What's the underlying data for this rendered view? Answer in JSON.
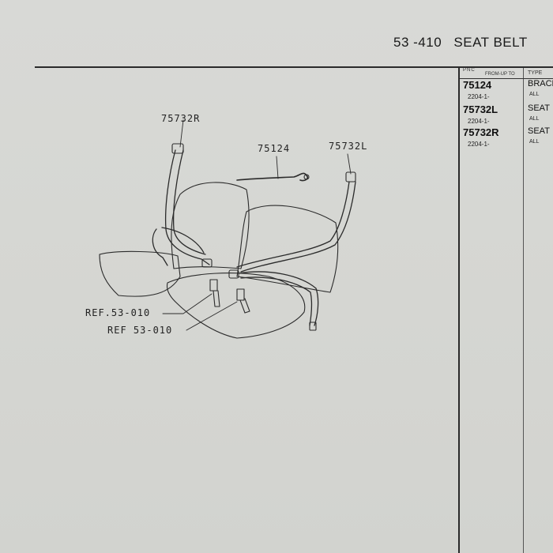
{
  "header": {
    "code": "53 -410",
    "title": "SEAT BELT"
  },
  "table": {
    "headers": {
      "pnc": "PNC",
      "from_up_to": "FROM-UP TO",
      "type": "TYPE"
    },
    "rows": [
      {
        "pnc": "75124",
        "from": "2204-1-",
        "type": "BRACK",
        "type_note": "ALL"
      },
      {
        "pnc": "75732L",
        "from": "2204-1-",
        "type": "SEAT",
        "type_note": "ALL"
      },
      {
        "pnc": "75732R",
        "from": "2204-1-",
        "type": "SEAT",
        "type_note": "ALL"
      }
    ]
  },
  "diagram": {
    "callouts": {
      "belt_right": "75732R",
      "bracket": "75124",
      "belt_left": "75732L",
      "ref1": "REF.53-010",
      "ref2": "REF 53-010"
    }
  }
}
